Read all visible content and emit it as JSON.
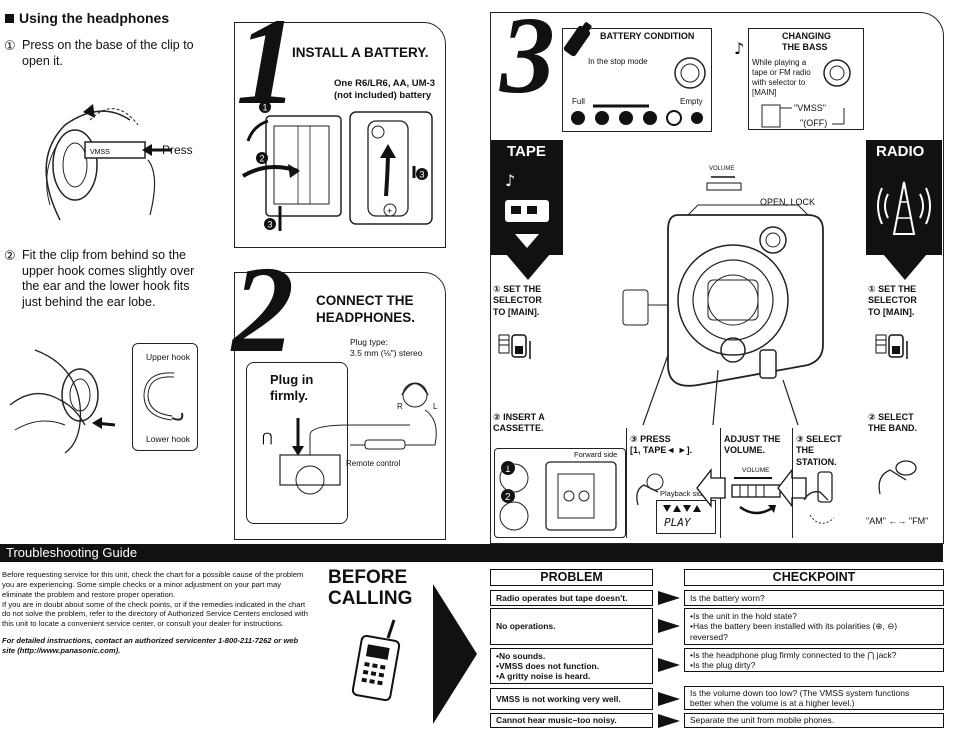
{
  "headphones": {
    "title": "Using the headphones",
    "step1_num": "①",
    "step1": "Press on the base of the clip to\nopen it.",
    "press_label": "Press",
    "step2_num": "②",
    "step2": "Fit the clip from behind so the\nupper hook comes slightly over\nthe ear and the lower hook fits\njust behind the ear lobe.",
    "upper_hook": "Upper hook",
    "lower_hook": "Lower hook"
  },
  "step1": {
    "number": "1",
    "title": "INSTALL A BATTERY.",
    "battery_note": "One R6/LR6, AA, UM-3\n(not included) battery"
  },
  "step2": {
    "number": "2",
    "title": "CONNECT THE\nHEADPHONES.",
    "plug_type": "Plug type:\n3.5 mm (⅛\") stereo",
    "plug_in": "Plug in\nfirmly.",
    "right": "R",
    "left": "L",
    "remote": "Remote control"
  },
  "step3": {
    "number": "3",
    "battery_condition": {
      "title": "BATTERY CONDITION",
      "mode": "In the stop mode",
      "full": "Full",
      "empty": "Empty"
    },
    "bass": {
      "title": "CHANGING\nTHE BASS",
      "desc": "While playing a\ntape or FM radio\nwith selector to\n[MAIN]",
      "vmss": "\"VMSS\"",
      "off": "\"(OFF)"
    },
    "tape_label": "TAPE",
    "radio_label": "RADIO",
    "volume_small": "VOLUME",
    "open_lock": "OPEN, LOCK",
    "tape_set": "① SET THE\nSELECTOR\nTO [MAIN].",
    "radio_set": "① SET THE\nSELECTOR\nTO [MAIN].",
    "insert": "② INSERT A\nCASSETTE.",
    "forward_side": "Forward side",
    "press": "③ PRESS\n[1, TAPE◄ ►].",
    "playback_side": "Playback side",
    "play": "PLAY",
    "adjust": "ADJUST THE\nVOLUME.",
    "select_station": "③ SELECT\nTHE\nSTATION.",
    "select_band": "② SELECT\nTHE BAND.",
    "bands": "\"AM\" ←→ \"FM\""
  },
  "troubleshooting": {
    "header": "Troubleshooting Guide",
    "intro": "Before requesting service for this unit, check the chart for a possible cause of the problem you are experiencing. Some simple checks or a minor adjustment on your part may eliminate the problem and restore proper operation.\nIf you are in doubt about some of the check points, or if the remedies indicated in the chart do not solve the problem, refer to the directory of Authorized Service Centers enclosed with this unit to locate a convenient service center, or consult your dealer for instructions.",
    "intro_bold": "For detailed instructions, contact an authorized servicenter 1-800-211-7262 or web site (http://www.panasonic.com).",
    "before_calling": "BEFORE\nCALLING",
    "problem_header": "PROBLEM",
    "checkpoint_header": "CHECKPOINT",
    "rows": [
      {
        "problem": "Radio operates but tape doesn't.",
        "check": "Is the battery worn?"
      },
      {
        "problem": "No operations.",
        "check": "•Is the unit in the hold state?\n•Has the battery been installed with its polarities (⊕, ⊖)\n  reversed?"
      },
      {
        "problem": "•No sounds.\n•VMSS does not function.\n•A gritty noise is heard.",
        "check": "•Is the headphone plug firmly connected to the ⋂ jack?\n•Is the plug dirty?"
      },
      {
        "problem": "VMSS is not working very well.",
        "check": "Is the volume down too low? (The VMSS system functions\nbetter when the volume is at a higher level.)"
      },
      {
        "problem": "Cannot hear music–too noisy.",
        "check": "Separate the unit from mobile phones."
      }
    ]
  }
}
